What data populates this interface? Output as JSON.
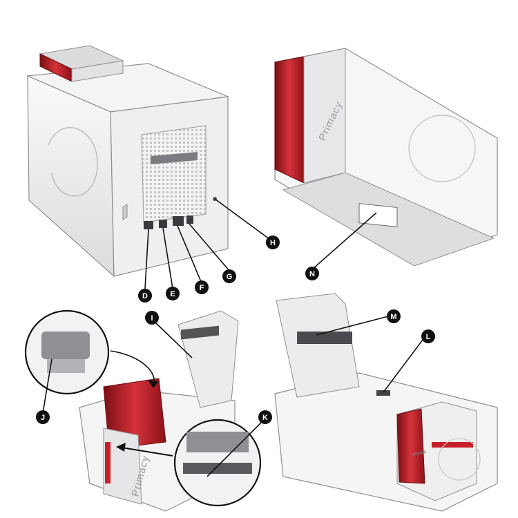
{
  "brand": {
    "model_name": "Primacy",
    "logo_text": "evolis"
  },
  "colors": {
    "accent_red": "#c8202a",
    "body_grey": "#ededee",
    "outline": "#8e8e92"
  },
  "callouts": {
    "D": "D",
    "E": "E",
    "F": "F",
    "G": "G",
    "H": "H",
    "I": "I",
    "J": "J",
    "K": "K",
    "L": "L",
    "M": "M",
    "N": "N"
  }
}
